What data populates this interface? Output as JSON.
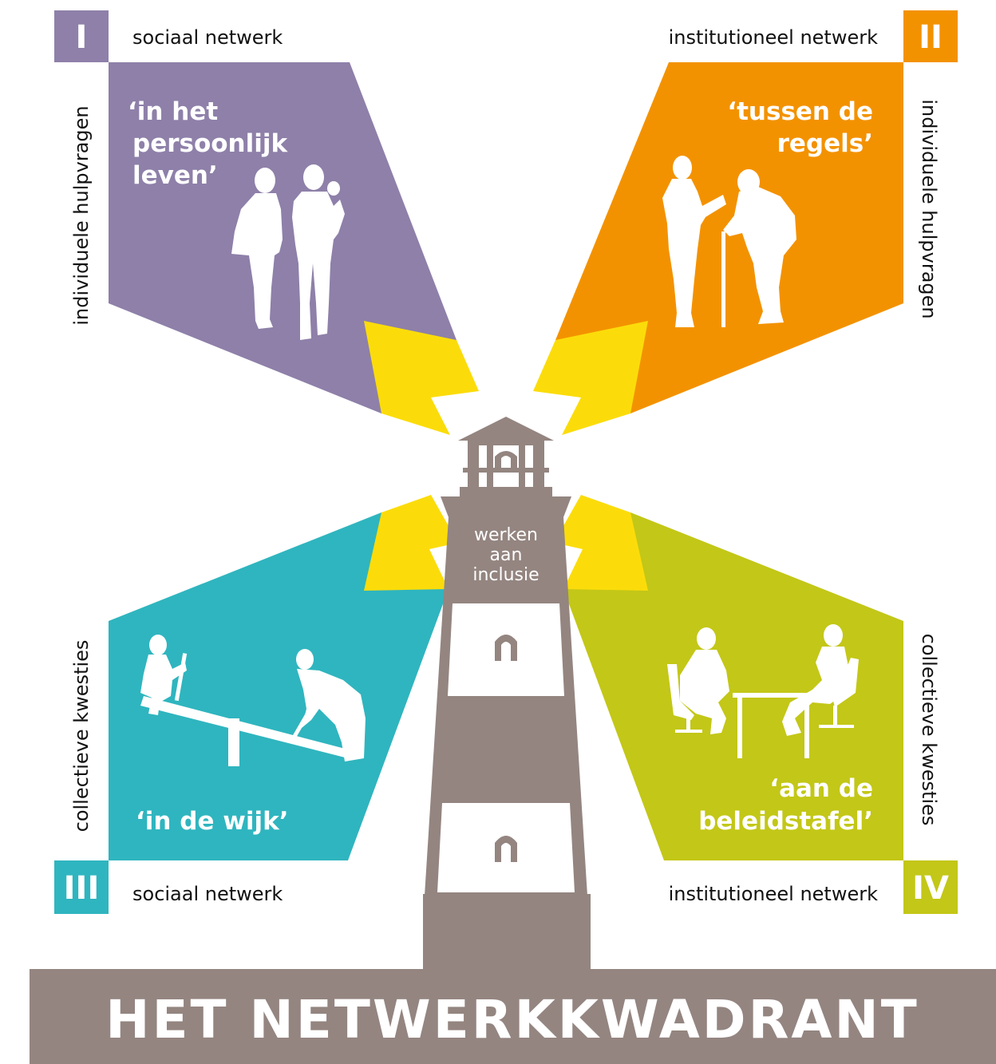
{
  "colors": {
    "purple": "#8e80a9",
    "orange": "#f39200",
    "teal": "#2fb5bf",
    "lime": "#c3c717",
    "yellow": "#fbdc0a",
    "taupe": "#948580"
  },
  "q1": {
    "number": "I",
    "network": "sociaal netwerk",
    "side_label": "individuele hulpvragen",
    "quote": [
      "‘in het",
      "persoonlijk",
      "leven’"
    ]
  },
  "q2": {
    "number": "II",
    "network": "institutioneel netwerk",
    "side_label": "individuele hulpvragen",
    "quote": [
      "‘tussen de",
      "regels’"
    ]
  },
  "q3": {
    "number": "III",
    "network": "sociaal netwerk",
    "side_label": "collectieve kwesties",
    "quote": [
      "‘in de wijk’"
    ]
  },
  "q4": {
    "number": "IV",
    "network": "institutioneel netwerk",
    "side_label": "collectieve kwesties",
    "quote": [
      "‘aan de",
      "beleidstafel’"
    ]
  },
  "lighthouse": {
    "lines": [
      "werken",
      "aan",
      "inclusie"
    ]
  },
  "title": "HET NETWERKKWADRANT"
}
